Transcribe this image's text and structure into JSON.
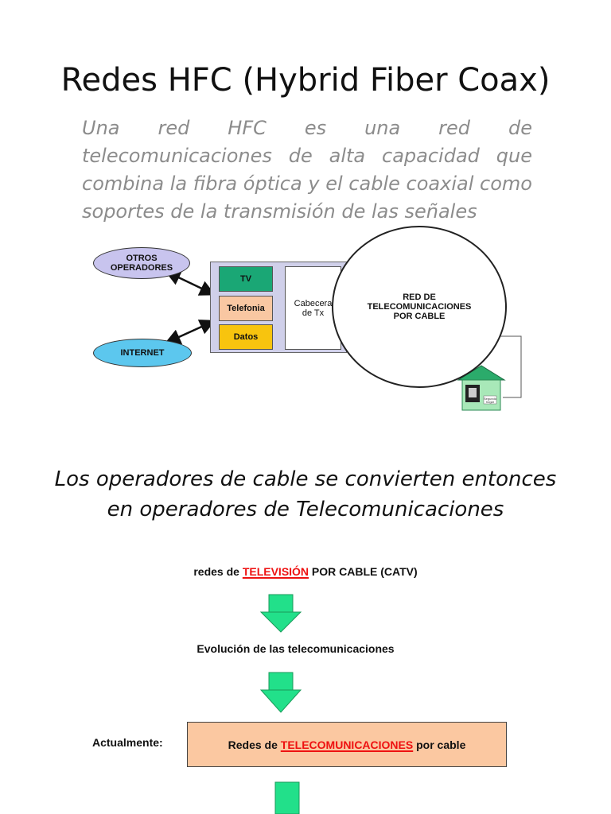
{
  "slide": {
    "title": "Redes HFC (Hybrid Fiber Coax)",
    "description": "Una red HFC es una red de telecomunicaciones de alta capacidad que combina la fibra óptica y el cable coaxial como soportes de la transmisión de las señales",
    "subtitle_line1": "Los operadores de cable se convierten entonces",
    "subtitle_line2": "en operadores de Telecomunicaciones"
  },
  "diagram": {
    "operators_line1": "OTROS",
    "operators_line2": "OPERADORES",
    "internet": "INTERNET",
    "tv": "TV",
    "telefonia": "Telefonia",
    "datos": "Datos",
    "headend_line1": "Cabecera",
    "headend_line2": "de Tx",
    "network_line1": "RED DE",
    "network_line2": "TELECOMUNICACIONES",
    "network_line3": "POR CABLE",
    "house_label_line1": "Segundo",
    "house_label_line2": "hogar"
  },
  "flow": {
    "step1_prefix": "redes de ",
    "step1_highlight": "TELEVISIÓN",
    "step1_suffix": " POR CABLE (CATV)",
    "step2": "Evolución de las telecomunicaciones",
    "step3_label": "Actualmente:",
    "step3_prefix": "Redes de ",
    "step3_highlight": "TELECOMUNICACIONES",
    "step3_suffix": " por cable"
  },
  "colors": {
    "arrow_green": "#22e08a",
    "tv": "#1aa775",
    "telefonia": "#f9c7a2",
    "datos": "#f8c40e",
    "operators": "#c8c4ee",
    "internet": "#5cc7ee",
    "highlight": "#ee1111"
  }
}
